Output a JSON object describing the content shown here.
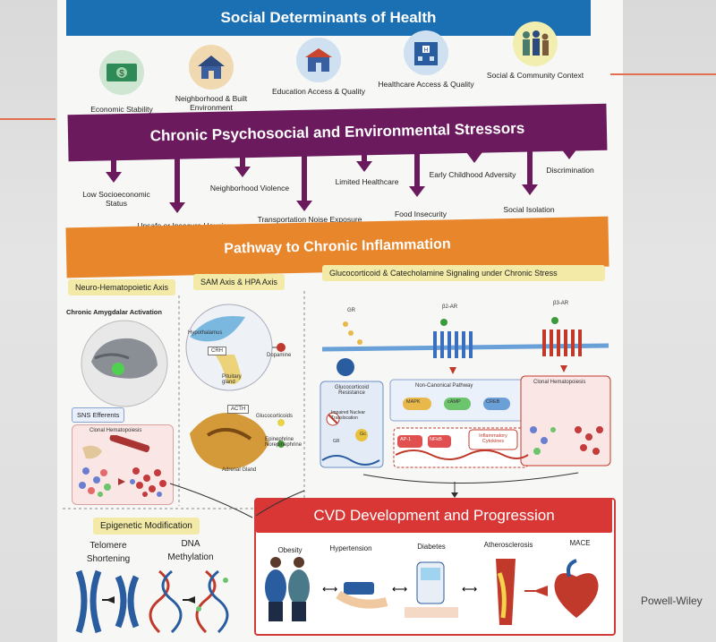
{
  "titles": {
    "sdoh": "Social Determinants of Health",
    "stressors": "Chronic Psychosocial and Environmental Stressors",
    "pathway": "Pathway to Chronic Inflammation",
    "cvd": "CVD Development and Progression"
  },
  "sdoh_items": [
    {
      "label": "Economic Stability",
      "icon": "money-icon",
      "color": "#2e8b57"
    },
    {
      "label": "Neighborhood & Built Environment",
      "icon": "house-icon",
      "color": "#3a5fa0"
    },
    {
      "label": "Education Access & Quality",
      "icon": "school-icon",
      "color": "#c8452f"
    },
    {
      "label": "Healthcare Access & Quality",
      "icon": "hospital-icon",
      "color": "#2a5d9f"
    },
    {
      "label": "Social & Community Context",
      "icon": "people-icon",
      "color": "#4a7a6a"
    }
  ],
  "stressors": [
    "Low Socioeconomic Status",
    "Unsafe or Insecure Housing",
    "Neighborhood Violence",
    "Transportation Noise Exposure",
    "Limited Healthcare",
    "Food Insecurity",
    "Early Childhood Adversity",
    "Social Isolation",
    "Discrimination"
  ],
  "panels": {
    "neuro_hema": "Neuro-Hematopoietic Axis",
    "sam_hpa": "SAM Axis & HPA Axis",
    "glucocorticoid": "Glucocorticoid & Catecholamine Signaling under Chronic Stress",
    "amygdala": "Chronic Amygdalar Activation",
    "sns_efferents": "SNS Efferents",
    "clonal_hema": "Clonal Hematopoiesis",
    "epigenetic": "Epigenetic Modification",
    "telomere": "Telomere Shortening",
    "dna_methylation": "DNA Methylation"
  },
  "hpa_labels": {
    "hypothalamus": "Hypothalamus",
    "crh": "CRH",
    "pituitary": "Pituitary gland",
    "dopamine": "Dopamine",
    "acth": "ACTH",
    "glucocorticoids": "Glucocorticoids",
    "epinephrine": "Epinephrine Norepinephrine",
    "adrenal": "Adrenal Gland"
  },
  "signaling_labels": {
    "gr": "GR",
    "b2ar": "β2-AR",
    "b3ar": "β3-AR",
    "gc_resistance": "Glucocorticoid Resistance",
    "impaired": "Impaired Nuclear Translocation",
    "non_canonical": "Non-Canonical Pathway",
    "mapk": "MAPK",
    "camp": "cAMP",
    "creb": "CREB",
    "gr_small": "GR",
    "gc": "Gc",
    "ap1": "AP-1",
    "nfkb": "NFkB",
    "cytokines": "Inflammatory Cytokines",
    "clonal_hema": "Clonal Hematopoiesis"
  },
  "cvd_items": [
    "Obesity",
    "Hypertension",
    "Diabetes",
    "Atherosclerosis",
    "MACE"
  ],
  "credit": "Powell-Wiley"
}
